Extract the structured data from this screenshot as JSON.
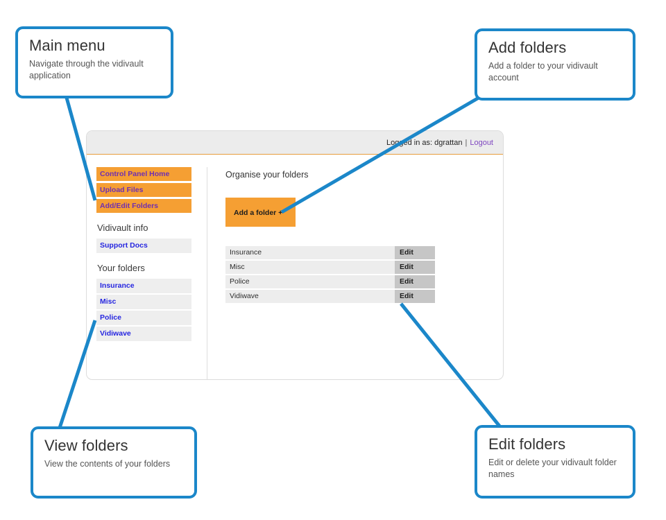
{
  "annotations": [
    {
      "id": "main-menu",
      "title": "Main menu",
      "description": "Navigate through the vidivault application"
    },
    {
      "id": "add-folders",
      "title": "Add folders",
      "description": "Add a folder to your vidivault account"
    },
    {
      "id": "view-folders",
      "title": "View folders",
      "description": "View the contents of your folders"
    },
    {
      "id": "edit-folders",
      "title": "Edit folders",
      "description": "Edit or delete your vidivault folder names"
    }
  ],
  "app": {
    "header": {
      "logged_in_text": "Logged in as: dgrattan",
      "separator": "|",
      "logout_label": "Logout"
    },
    "sidebar": {
      "primary_items": [
        {
          "label": "Control Panel Home"
        },
        {
          "label": "Upload Files"
        },
        {
          "label": "Add/Edit Folders"
        }
      ],
      "info_heading": "Vidivault info",
      "info_items": [
        {
          "label": "Support Docs"
        }
      ],
      "folders_heading": "Your folders",
      "folder_items": [
        {
          "label": "Insurance"
        },
        {
          "label": "Misc"
        },
        {
          "label": "Police"
        },
        {
          "label": "Vidiwave"
        }
      ]
    },
    "main": {
      "title": "Organise your folders",
      "add_folder_label": "Add a folder +",
      "folders": [
        {
          "name": "Insurance",
          "edit_label": "Edit"
        },
        {
          "name": "Misc",
          "edit_label": "Edit"
        },
        {
          "name": "Police",
          "edit_label": "Edit"
        },
        {
          "name": "Vidiwave",
          "edit_label": "Edit"
        }
      ]
    }
  },
  "colors": {
    "callout_blue": "#1b87c9",
    "accent_orange": "#f59f33",
    "nav_purple": "#6f2fb0",
    "link_blue": "#2525e0",
    "logout_purple": "#7e46c0",
    "row_gray": "#ededed",
    "edit_gray": "#c6c6c6",
    "header_gray": "#ececec"
  }
}
